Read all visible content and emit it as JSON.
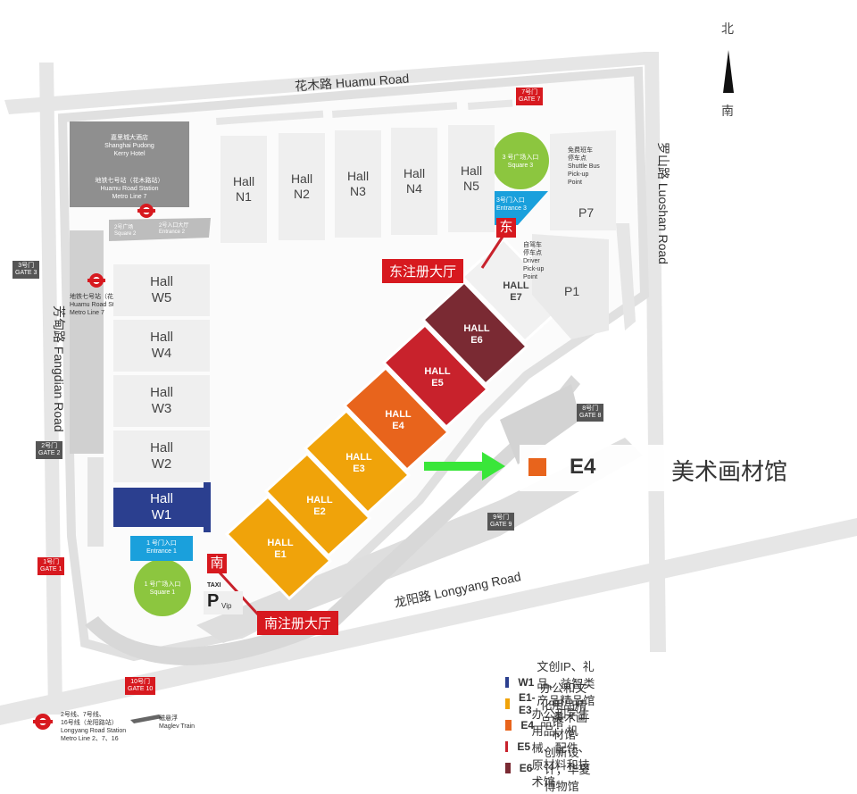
{
  "compass": {
    "north": "北",
    "south": "南"
  },
  "roads": {
    "huamu": "花木路 Huamu Road",
    "luoshan": "罗山路 Luoshan Road",
    "fangdian": "芳甸路 Fangdian Road",
    "longyang": "龙阳路 Longyang Road"
  },
  "landmarks": {
    "kerry": [
      "嘉里城大酒店",
      "Shanghai Pudong",
      "Kerry Hotel"
    ],
    "huamu_station_top": [
      "地铁七号站（花木路站）",
      "Huamu Road Station",
      "Metro Line 7"
    ],
    "huamu_station_left": [
      "地铁七号站（花木路站）",
      "Huamu Road Station",
      "Metro Line 7"
    ],
    "longyang_station": [
      "2号线、7号线、",
      "16号线（龙阳路站）",
      "Longyang Road Station",
      "Metro Line 2、7、16"
    ],
    "maglev": [
      "磁悬浮",
      "Maglev Train"
    ],
    "shuttle": [
      "免费班车",
      "停车点",
      "Shuttle Bus",
      "Pick-up",
      "Point"
    ],
    "driver": [
      "自驾车",
      "停车点",
      "Driver",
      "Pick-up",
      "Point"
    ]
  },
  "gates": {
    "g1": [
      "1号门",
      "GATE 1"
    ],
    "g2": [
      "2号门",
      "GATE 2"
    ],
    "g3": [
      "3号门",
      "GATE 3"
    ],
    "g7": [
      "7号门",
      "GATE 7"
    ],
    "g8": [
      "8号门",
      "GATE 8"
    ],
    "g9": [
      "9号门",
      "GATE 9"
    ],
    "g10": [
      "10号门",
      "GATE 10"
    ]
  },
  "squares": {
    "sq1": [
      "1 号广场入口",
      "Square 1"
    ],
    "sq2": [
      "2号广场",
      "Square 2"
    ],
    "sq3": [
      "3 号广场入口",
      "Square 3"
    ]
  },
  "entrances": {
    "e1": [
      "1 号门入口",
      "Entrance 1"
    ],
    "e2": [
      "2号入口大厅",
      "Entrance 2"
    ],
    "e3": [
      "3号门入口",
      "Entrance 3"
    ]
  },
  "parking": {
    "p1": "P1",
    "p7": "P7",
    "vip_p": "P",
    "vip": "Vip",
    "taxi": "TAXI"
  },
  "halls_north": [
    [
      "Hall",
      "N1"
    ],
    [
      "Hall",
      "N2"
    ],
    [
      "Hall",
      "N3"
    ],
    [
      "Hall",
      "N4"
    ],
    [
      "Hall",
      "N5"
    ]
  ],
  "halls_west": [
    [
      "Hall",
      "W5"
    ],
    [
      "Hall",
      "W4"
    ],
    [
      "Hall",
      "W3"
    ],
    [
      "Hall",
      "W2"
    ],
    [
      "Hall",
      "W1"
    ]
  ],
  "halls_east": [
    [
      "HALL",
      "E1"
    ],
    [
      "HALL",
      "E2"
    ],
    [
      "HALL",
      "E3"
    ],
    [
      "HALL",
      "E4"
    ],
    [
      "HALL",
      "E5"
    ],
    [
      "HALL",
      "E6"
    ],
    [
      "HALL",
      "E7"
    ]
  ],
  "registration": {
    "east_char": "东",
    "east": "东注册大厅",
    "south_char": "南",
    "south": "南注册大厅"
  },
  "callout": {
    "code": "E4",
    "name": "美术画材馆"
  },
  "colors": {
    "w1": "#2b3f8f",
    "e1e3": "#f0a30a",
    "e4": "#e8641c",
    "e5": "#c8222c",
    "e6": "#7a2a33",
    "red": "#d7191f",
    "green": "#8cc63f",
    "blue": "#1aa0dc",
    "arrow": "#39e639"
  },
  "legend": [
    {
      "code": "W1",
      "desc": "文创IP、礼品、益智类产品精品馆",
      "color": "#2b3f8f"
    },
    {
      "code": "E1-E3",
      "desc": "办公和文化用品精品馆",
      "color": "#f0a30a"
    },
    {
      "code": "E4",
      "desc": "美术画材馆",
      "color": "#e8641c"
    },
    {
      "code": "E5",
      "desc": "办公和学生用品；机械、配件、原材料和技术馆",
      "color": "#c8222c"
    },
    {
      "code": "E6",
      "desc": "创新设计；华夏博物馆",
      "color": "#7a2a33"
    }
  ]
}
